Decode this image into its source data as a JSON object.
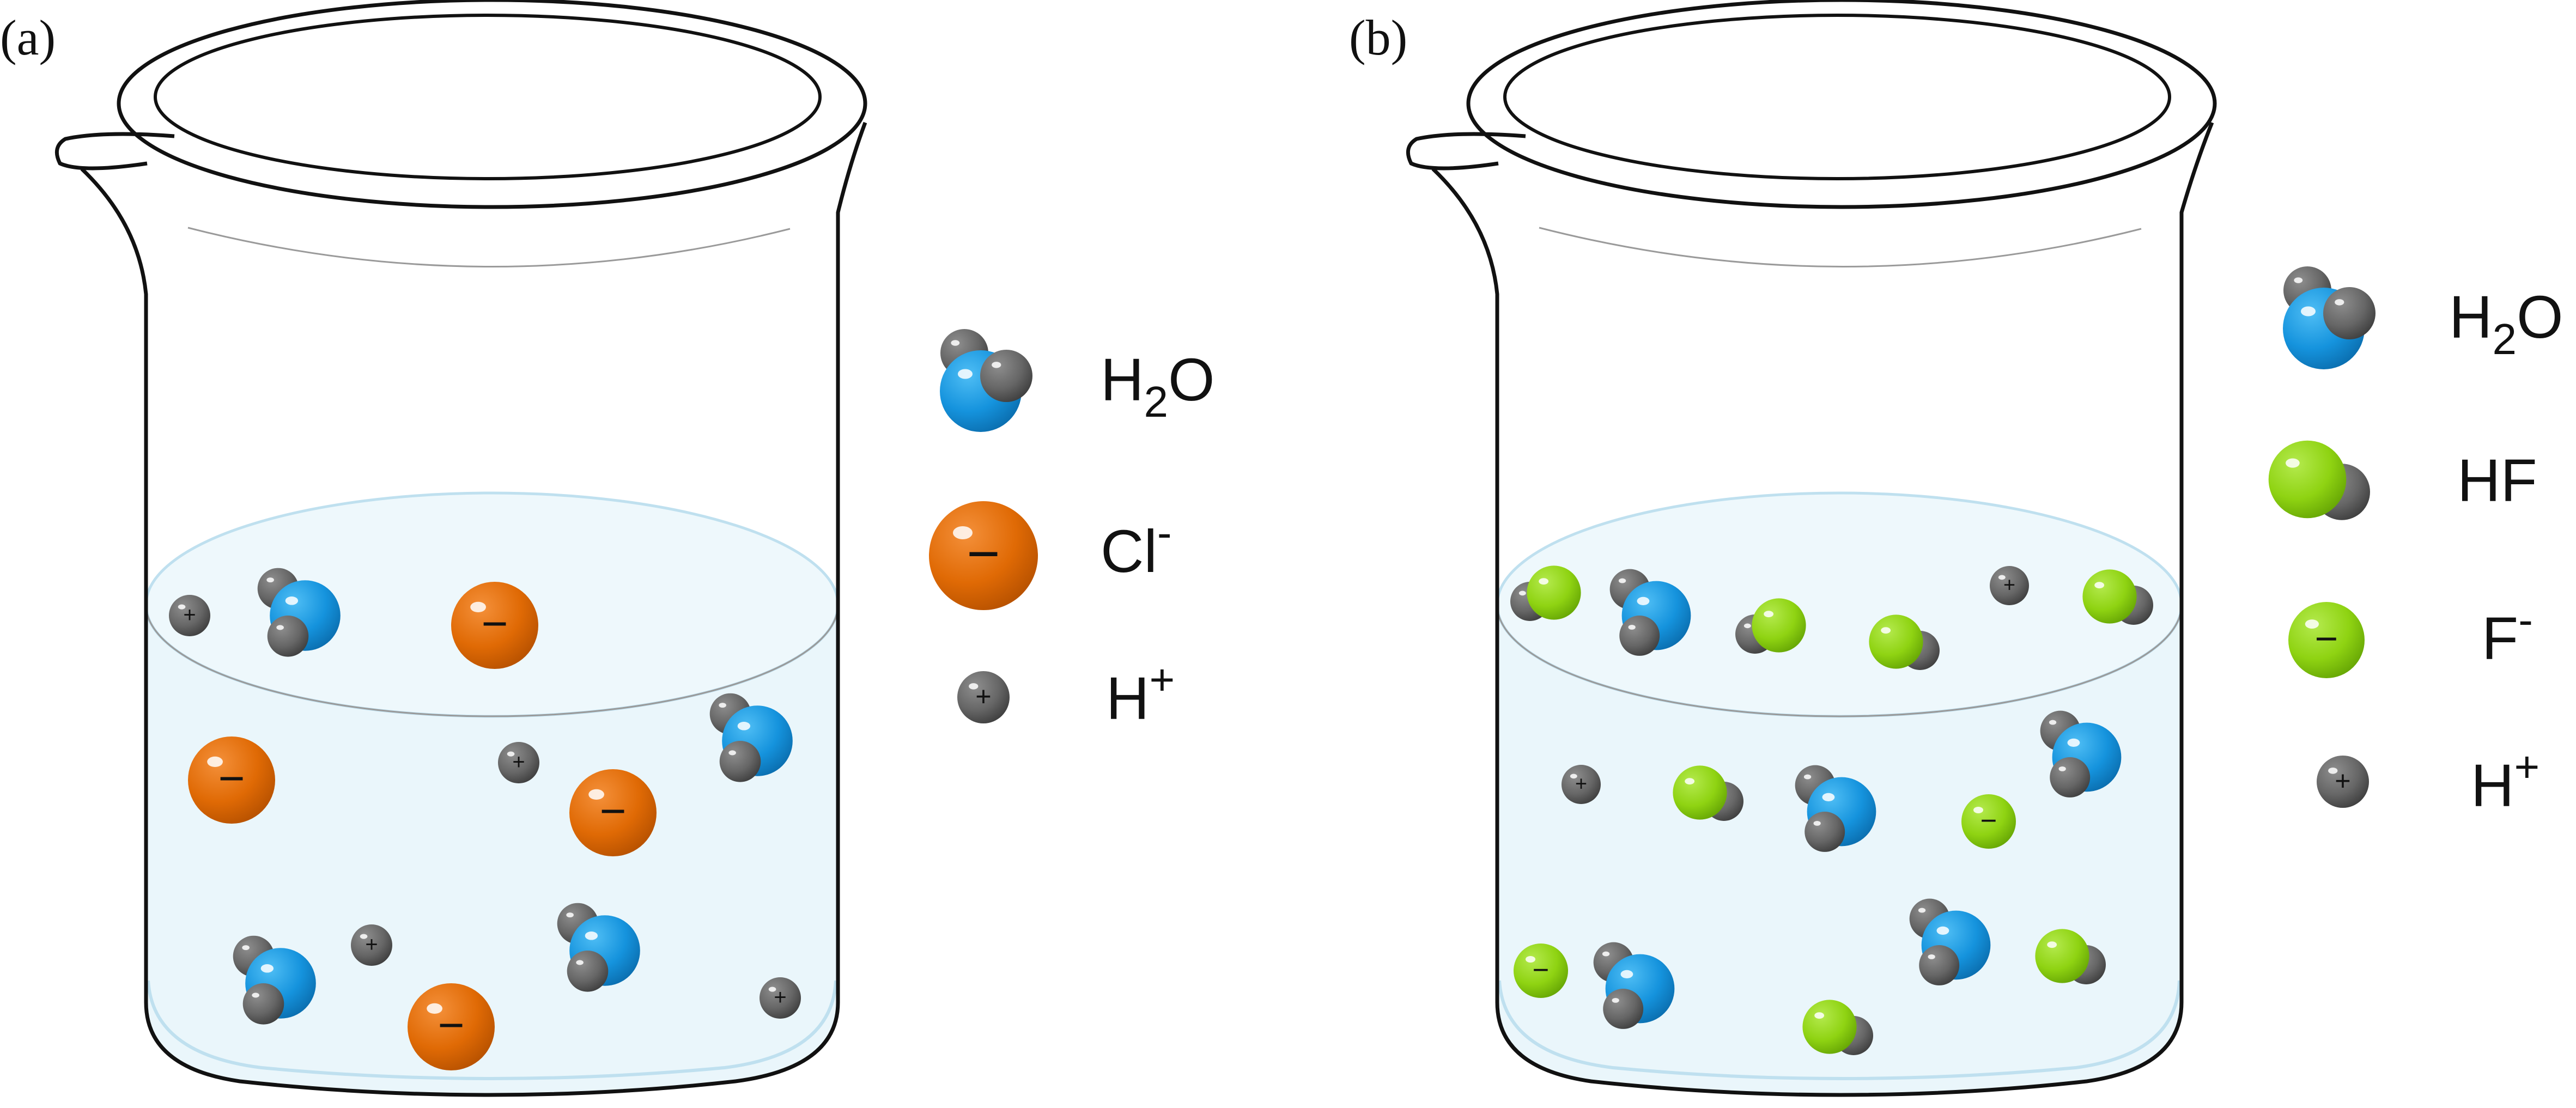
{
  "colors": {
    "water_oxygen": "#1593dd",
    "hydrogen_atom": "#6b6b6b",
    "chloride_ion": "#e06a05",
    "fluorine": "#8fd312",
    "beaker_stroke": "#111111",
    "liquid_fill": "#eaf6fb",
    "liquid_rim": "#bfe0ef"
  },
  "symbols": {
    "negative": "−",
    "positive": "+"
  },
  "panels": [
    {
      "label": "(a)",
      "legend": [
        {
          "kind": "water",
          "formula": {
            "main": "H",
            "sub": "2",
            "end": "O"
          }
        },
        {
          "kind": "chloride",
          "formula": {
            "main": "Cl",
            "sup": "-"
          }
        },
        {
          "kind": "proton",
          "formula": {
            "main": "H",
            "sup": "+"
          }
        }
      ]
    },
    {
      "label": "(b)",
      "legend": [
        {
          "kind": "water",
          "formula": {
            "main": "H",
            "sub": "2",
            "end": "O"
          }
        },
        {
          "kind": "hf",
          "formula": {
            "main": "HF"
          }
        },
        {
          "kind": "fluoride",
          "formula": {
            "main": "F",
            "sup": "-"
          }
        },
        {
          "kind": "proton",
          "formula": {
            "main": "H",
            "sup": "+"
          }
        }
      ]
    }
  ]
}
